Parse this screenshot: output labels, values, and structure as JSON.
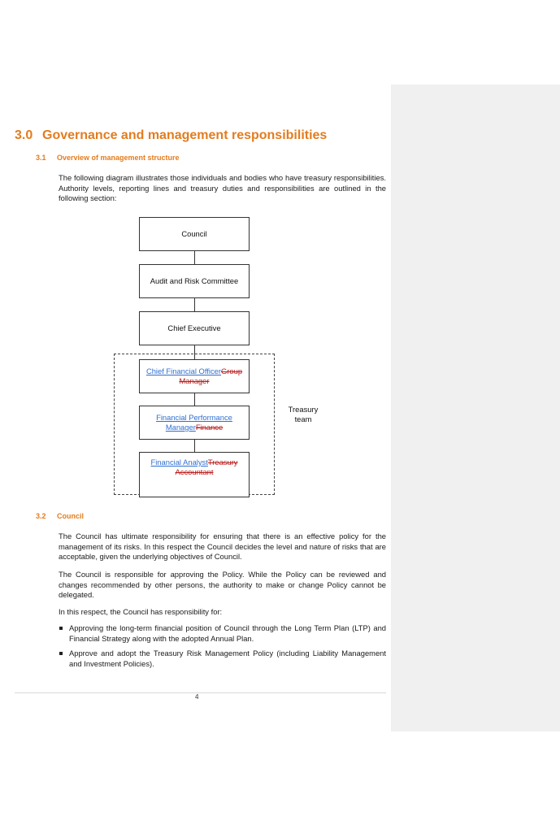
{
  "comment_pane": {
    "title": "Comment [ ]:"
  },
  "section": {
    "number": "3.0",
    "title": "Governance and management responsibilities"
  },
  "subsection_1": {
    "number": "3.1",
    "title": "Overview of management structure"
  },
  "intro_paragraph": "The following diagram illustrates those individuals and bodies who have treasury responsibilities.  Authority levels, reporting lines and treasury duties and responsibilities are outlined in the following section:",
  "diagram": {
    "council": "Council",
    "audit": "Audit and Risk Committee",
    "ceo": "Chief Executive",
    "cfo": {
      "inserted": "Chief Financial Officer",
      "deleted": "Group Manager"
    },
    "fpm": {
      "inserted": "Financial Performance Manager",
      "deleted": "Finance"
    },
    "analyst": {
      "inserted": "Financial Analyst",
      "deleted": "Treasury Accountant"
    },
    "team_label": "Treasury team"
  },
  "subsection_2": {
    "number": "3.2",
    "title": "Council"
  },
  "council_paragraphs": [
    "The Council has ultimate responsibility for ensuring that there is an effective policy for the management of its risks.  In this respect the Council decides the level and nature of risks that are acceptable, given the underlying objectives of Council.",
    "The Council is responsible for approving the Policy.  While the Policy can be reviewed and changes recommended by other persons, the authority to make or change Policy cannot be delegated.",
    "In this respect, the Council has responsibility for:"
  ],
  "bullets": [
    "Approving the long-term financial position of Council through the Long Term Plan (LTP) and Financial Strategy along with the adopted Annual Plan.",
    "Approve and adopt the Treasury Risk Management Policy (including Liability Management and Investment Policies)."
  ],
  "page_number": "4"
}
